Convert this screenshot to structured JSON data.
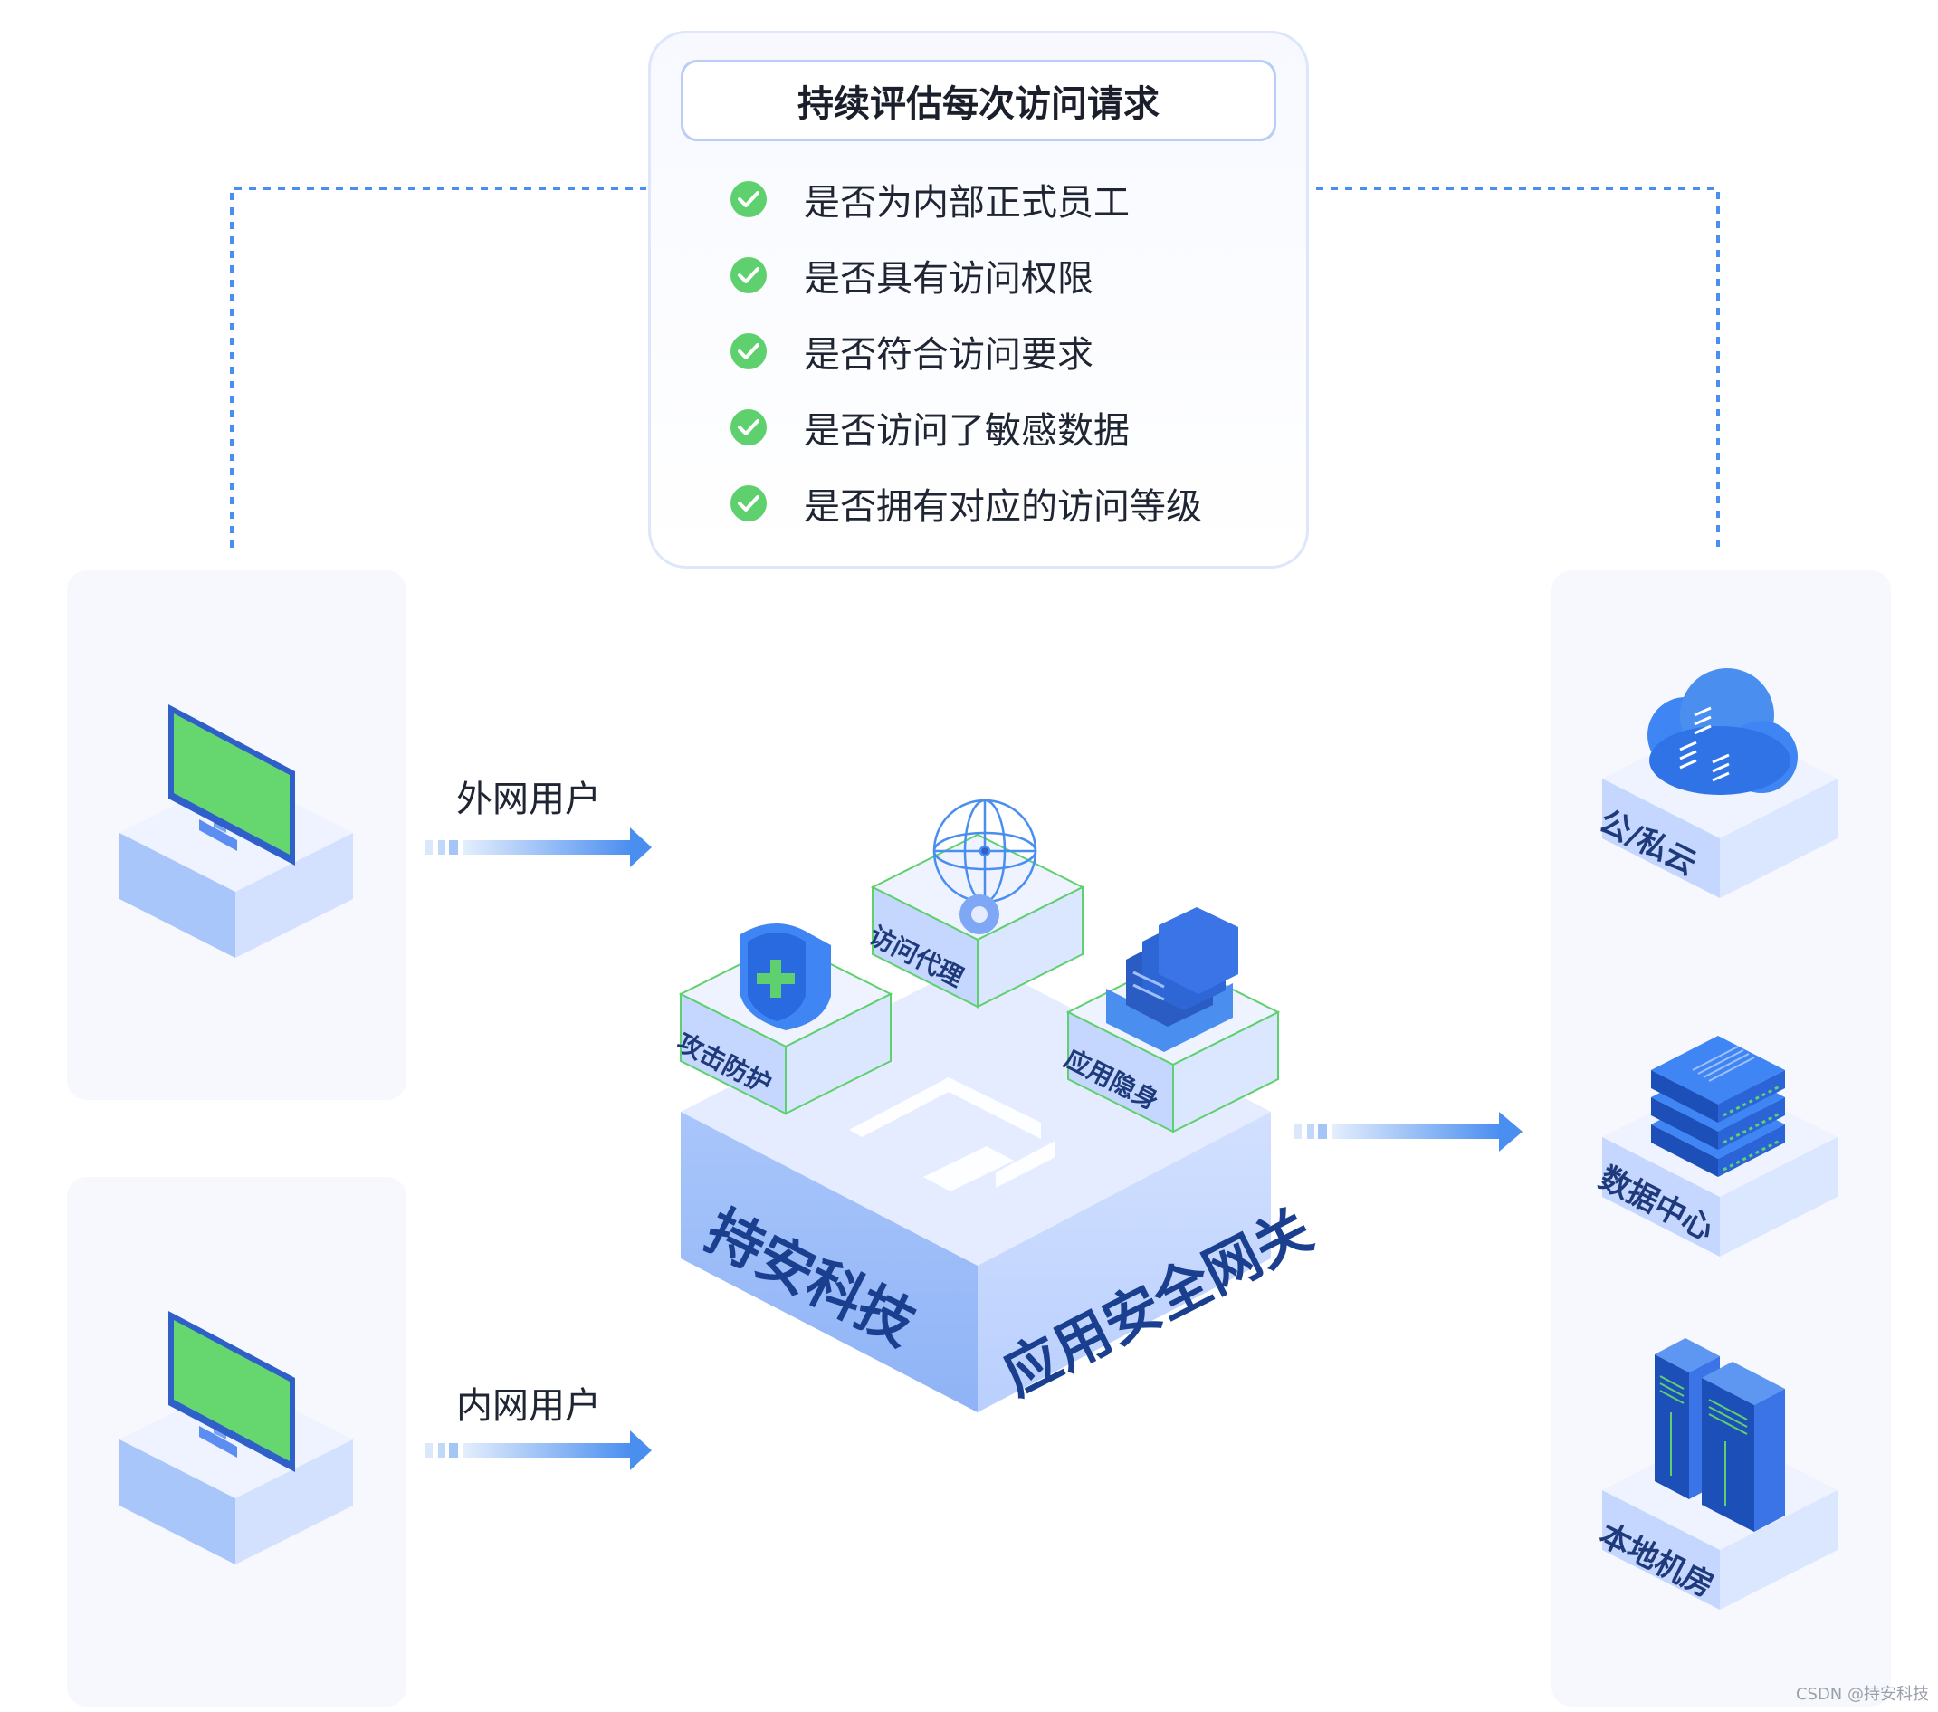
{
  "criteria_box": {
    "title": "持续评估每次访问请求",
    "items": [
      {
        "text": "是否为内部正式员工",
        "status": "check"
      },
      {
        "text": "是否具有访问权限",
        "status": "check"
      },
      {
        "text": "是否符合访问要求",
        "status": "check"
      },
      {
        "text": "是否访问了敏感数据",
        "status": "check"
      },
      {
        "text": "是否拥有对应的访问等级",
        "status": "check"
      }
    ]
  },
  "users": {
    "external": "外网用户",
    "internal": "内网用户"
  },
  "gateway": {
    "brand": "持安科技",
    "product": "应用安全网关",
    "modules": [
      "攻击防护",
      "访问代理",
      "应用隐身"
    ]
  },
  "resources": [
    "公/私云",
    "数据中心",
    "本地机房"
  ],
  "footer": "CSDN @持安科技",
  "colors": {
    "accent_blue": "#4a8ef0",
    "check_green": "#5fd06e",
    "screen_green": "#66d66f",
    "panel_bg": "#f6f8fd",
    "cube_top": "#e3eaff",
    "cube_left": "#9bbcf7",
    "cube_right": "#c5d7ff",
    "label_navy": "#1f3a7a"
  },
  "icons": [
    "check-circle-icon",
    "monitor-icon",
    "shield-icon",
    "globe-icon",
    "gear-icon",
    "server-stack-icon",
    "cloud-icon",
    "data-center-icon",
    "server-rack-icon",
    "gateway-logo-icon"
  ]
}
